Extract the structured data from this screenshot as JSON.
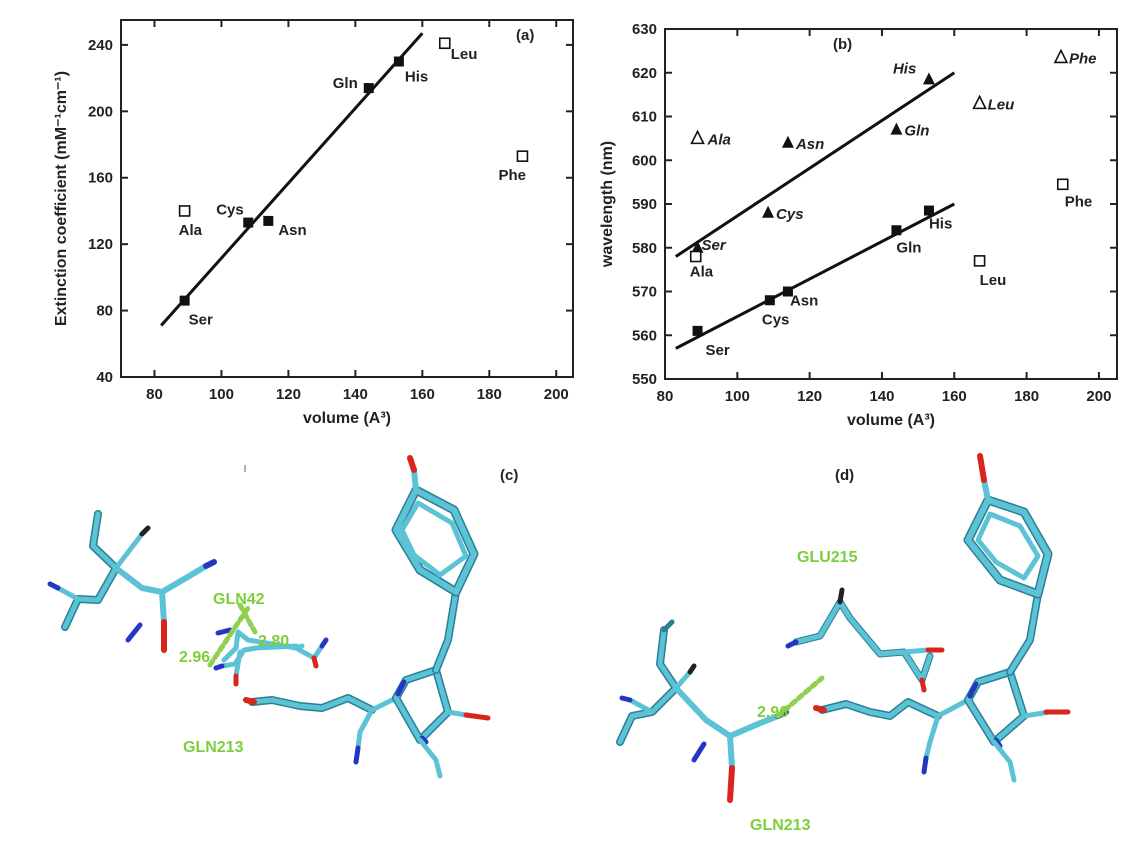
{
  "chart_data": [
    {
      "type": "scatter",
      "panel_label": "(a)",
      "xlabel": "volume (A³)",
      "ylabel": "Extinction coefficient (mM⁻¹cm⁻¹)",
      "xlim": [
        70,
        205
      ],
      "ylim": [
        40,
        255
      ],
      "xticks": [
        80,
        100,
        120,
        140,
        160,
        180,
        200
      ],
      "yticks": [
        40,
        80,
        120,
        160,
        200,
        240
      ],
      "grid": false,
      "series": [
        {
          "marker": "filled-square",
          "points": [
            {
              "label": "Ser",
              "x": 89,
              "y": 86
            },
            {
              "label": "Cys",
              "x": 108,
              "y": 133
            },
            {
              "label": "Asn",
              "x": 114,
              "y": 134
            },
            {
              "label": "Gln",
              "x": 144,
              "y": 214
            },
            {
              "label": "His",
              "x": 153,
              "y": 230
            }
          ]
        },
        {
          "marker": "open-square",
          "points": [
            {
              "label": "Ala",
              "x": 89,
              "y": 140
            },
            {
              "label": "Leu",
              "x": 166.7,
              "y": 241
            },
            {
              "label": "Phe",
              "x": 189.9,
              "y": 173
            }
          ]
        }
      ],
      "fit_lines": [
        {
          "x": [
            82,
            160
          ],
          "y": [
            71,
            247
          ]
        }
      ]
    },
    {
      "type": "scatter",
      "panel_label": "(b)",
      "xlabel": "volume (A³)",
      "ylabel": "wavelength (nm)",
      "xlim": [
        80,
        205
      ],
      "ylim": [
        550,
        630
      ],
      "xticks": [
        80,
        100,
        120,
        140,
        160,
        180,
        200
      ],
      "yticks": [
        550,
        560,
        570,
        580,
        590,
        600,
        610,
        620,
        630
      ],
      "grid": false,
      "series": [
        {
          "marker": "filled-triangle",
          "italic_labels": true,
          "points": [
            {
              "label": "Ser",
              "x": 89,
              "y": 580
            },
            {
              "label": "Cys",
              "x": 108.5,
              "y": 588
            },
            {
              "label": "Asn",
              "x": 114,
              "y": 604
            },
            {
              "label": "Gln",
              "x": 144,
              "y": 607
            },
            {
              "label": "His",
              "x": 153,
              "y": 618.5
            }
          ]
        },
        {
          "marker": "open-triangle",
          "italic_labels": true,
          "points": [
            {
              "label": "Ala",
              "x": 89,
              "y": 605
            },
            {
              "label": "Leu",
              "x": 167,
              "y": 613
            },
            {
              "label": "Phe",
              "x": 189.5,
              "y": 623.5
            }
          ]
        },
        {
          "marker": "filled-square",
          "italic_labels": false,
          "points": [
            {
              "label": "Ser",
              "x": 89,
              "y": 561
            },
            {
              "label": "Cys",
              "x": 109,
              "y": 568
            },
            {
              "label": "Asn",
              "x": 114,
              "y": 570
            },
            {
              "label": "Gln",
              "x": 144,
              "y": 584
            },
            {
              "label": "His",
              "x": 153,
              "y": 588.5
            }
          ]
        },
        {
          "marker": "open-square",
          "italic_labels": false,
          "points": [
            {
              "label": "Ala",
              "x": 88.5,
              "y": 578
            },
            {
              "label": "Leu",
              "x": 167,
              "y": 577
            },
            {
              "label": "Phe",
              "x": 190,
              "y": 594.5
            }
          ]
        }
      ],
      "fit_lines": [
        {
          "x": [
            83,
            160
          ],
          "y": [
            578,
            620
          ]
        },
        {
          "x": [
            83,
            160
          ],
          "y": [
            557,
            590
          ]
        }
      ]
    }
  ],
  "molecular_panels": [
    {
      "panel_label": "(c)",
      "residue_labels": [
        "GLN42",
        "GLN213"
      ],
      "distances": [
        "2.80",
        "2.96"
      ]
    },
    {
      "panel_label": "(d)",
      "residue_labels": [
        "GLU215",
        "GLN213"
      ],
      "distances": [
        "2.96"
      ]
    }
  ],
  "colors": {
    "carbon": "#4fb3c8",
    "carbon_dark": "#2b7f94",
    "oxygen": "#d8261c",
    "nitrogen": "#2436c4",
    "hbond": "#8fd14f",
    "label": "#7ccf3a"
  }
}
